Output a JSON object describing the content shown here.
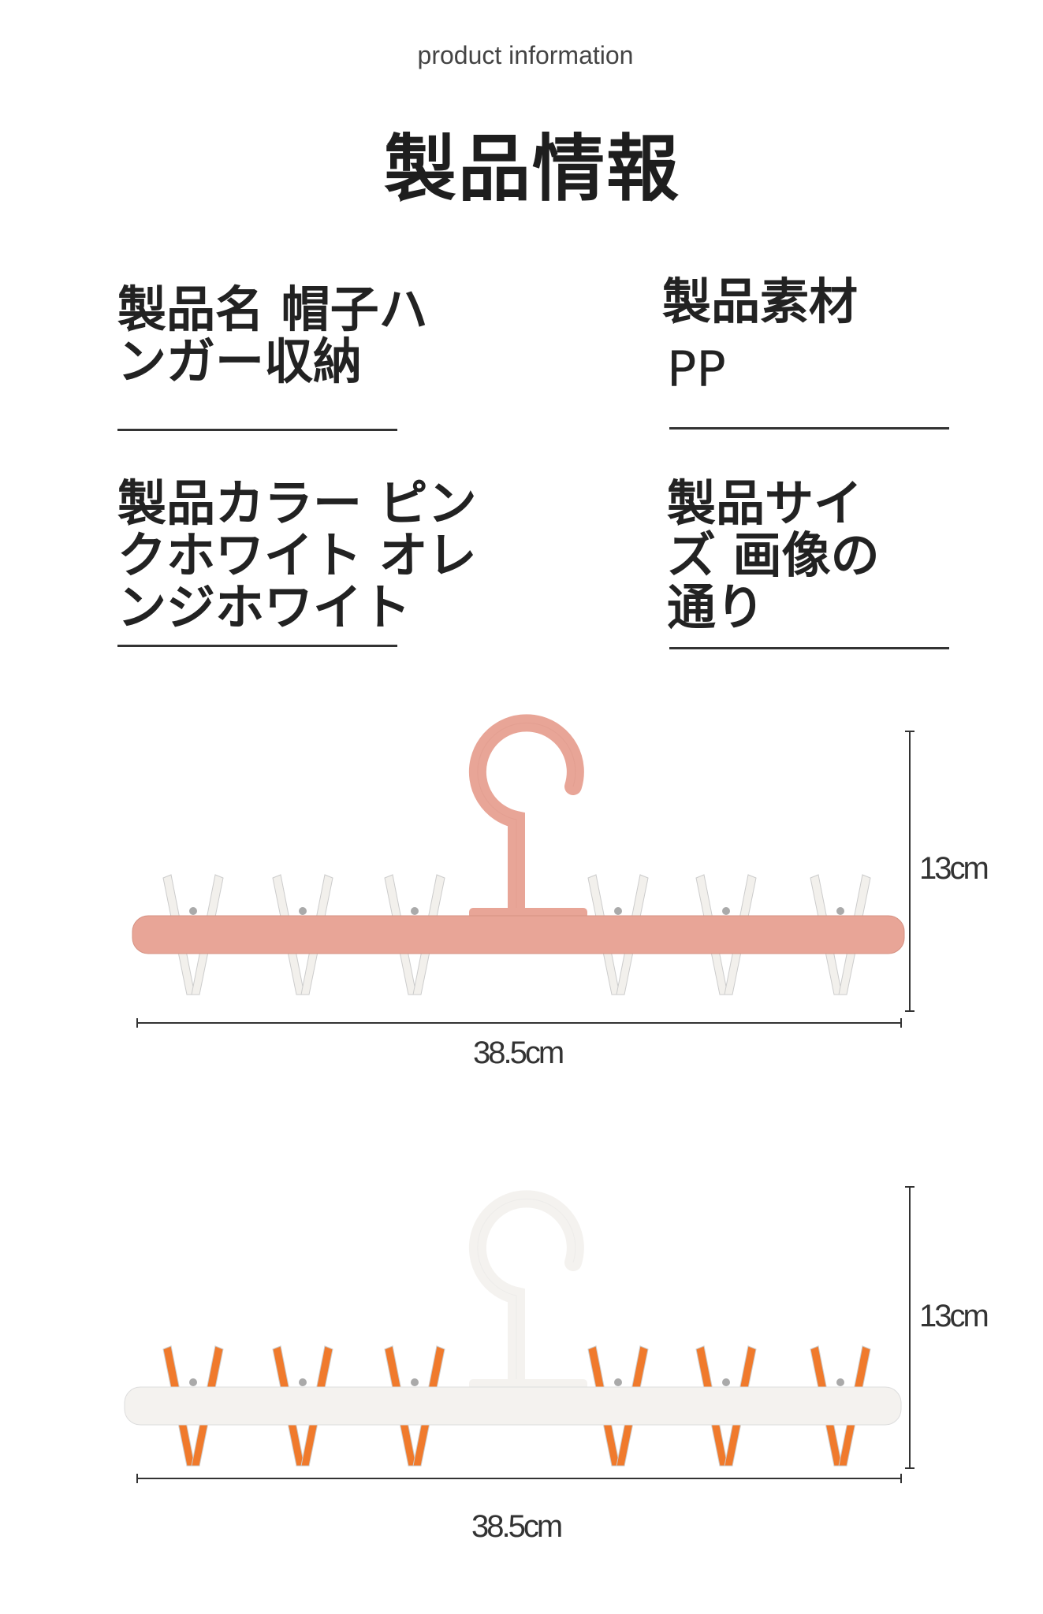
{
  "header": {
    "subtitle": "product information",
    "title": "製品情報"
  },
  "specs": [
    {
      "label": "製品名 帽子ハンガー収納"
    },
    {
      "label": "製品素材",
      "value": "PP"
    },
    {
      "label": "製品カラー ピンクホワイト オレンジホワイト"
    },
    {
      "label": "製品サイズ 画像の通り"
    }
  ],
  "images": [
    {
      "name": "pink-hanger",
      "bar_color": "#e8a597",
      "clip_color": "#f2f0ec",
      "height_label": "13cm",
      "width_label": "38.5cm"
    },
    {
      "name": "white-hanger",
      "bar_color": "#f4f2ef",
      "clip_color": "#f07a2c",
      "height_label": "13cm",
      "width_label": "38.5cm"
    }
  ]
}
